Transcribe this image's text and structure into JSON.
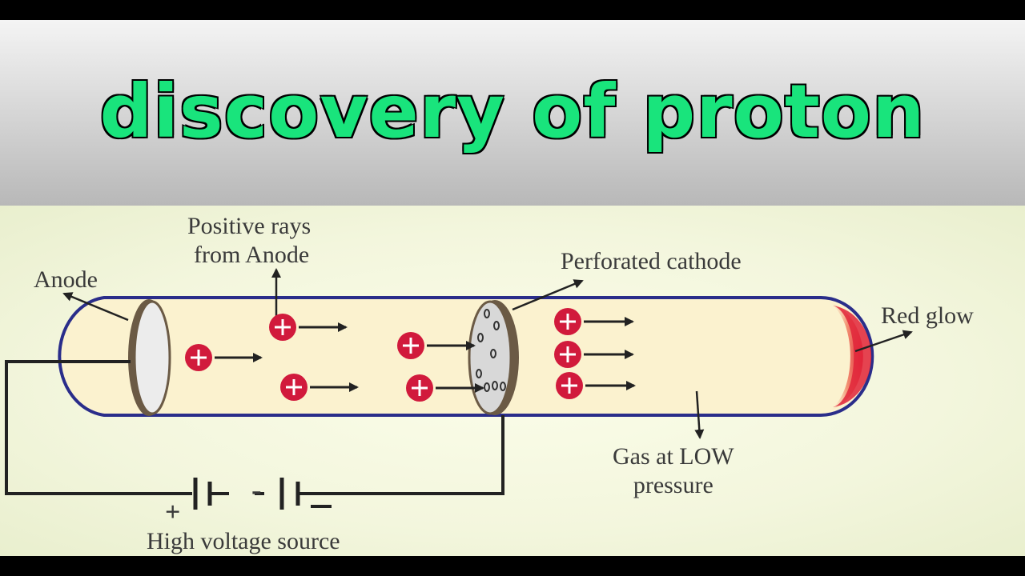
{
  "title": "discovery of proton",
  "labels": {
    "positive_rays": [
      "Positive rays",
      "from Anode"
    ],
    "anode": "Anode",
    "perforated_cathode": "Perforated cathode",
    "red_glow": "Red glow",
    "gas": [
      "Gas at LOW",
      "pressure"
    ],
    "high_voltage": "High voltage source",
    "plus_sign": "+",
    "minus_sign": "-"
  },
  "colors": {
    "title_green": "#19e47c",
    "tube_outline": "#2a2d8a",
    "tube_fill": "#fbf2cf",
    "proton_red": "#d11a3c",
    "glow_red": "#e0243a"
  }
}
